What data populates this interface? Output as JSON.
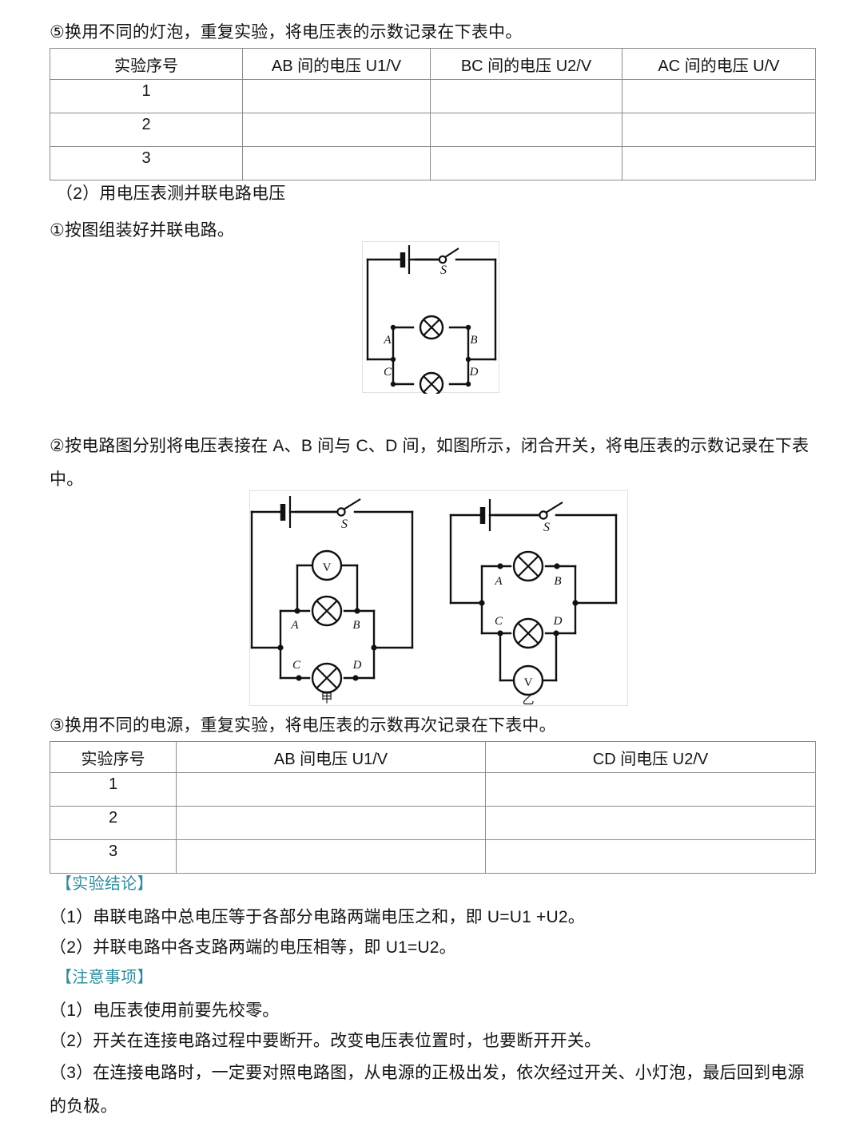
{
  "document": {
    "line_5": "⑤换用不同的灯泡，重复实验，将电压表的示数记录在下表中。",
    "line_2": "（2）用电压表测并联电路电压",
    "line_1_circ": "①按图组装好并联电路。",
    "line_2_circ": "②按电路图分别将电压表接在 A、B 间与 C、D 间，如图所示，闭合开关，将电压表的示数记录在下表中。",
    "line_3_circ": "③换用不同的电源，重复实验，将电压表的示数再次记录在下表中。"
  },
  "table1": {
    "headers": [
      "实验序号",
      "AB 间的电压 U1/V",
      "BC 间的电压 U2/V",
      "AC 间的电压 U/V"
    ],
    "rows": [
      [
        "1",
        "",
        "",
        ""
      ],
      [
        "2",
        "",
        "",
        ""
      ],
      [
        "3",
        "",
        "",
        ""
      ]
    ]
  },
  "table2": {
    "headers": [
      "实验序号",
      "AB 间电压 U1/V",
      "CD 间电压 U2/V"
    ],
    "rows": [
      [
        "1",
        "",
        ""
      ],
      [
        "2",
        "",
        ""
      ],
      [
        "3",
        "",
        ""
      ]
    ]
  },
  "figure1": {
    "name": "parallel-circuit-diagram",
    "switch_label": "S",
    "node_labels": [
      "A",
      "B",
      "C",
      "D"
    ]
  },
  "figure2": {
    "left": {
      "caption": "甲",
      "switch_label": "S",
      "meter_label": "V",
      "node_labels": [
        "A",
        "B",
        "C",
        "D"
      ]
    },
    "right": {
      "caption": "乙",
      "switch_label": "S",
      "meter_label": "V",
      "node_labels": [
        "A",
        "B",
        "C",
        "D"
      ]
    }
  },
  "conclusion": {
    "heading": "【实验结论】",
    "items": [
      "（1）串联电路中总电压等于各部分电路两端电压之和，即 U=U1 +U2。",
      "（2）并联电路中各支路两端的电压相等，即 U1=U2。"
    ]
  },
  "notes": {
    "heading": "【注意事项】",
    "items": [
      "（1）电压表使用前要先校零。",
      "（2）开关在连接电路过程中要断开。改变电压表位置时，也要断开开关。",
      "（3）在连接电路时，一定要对照电路图，从电源的正极出发，依次经过开关、小灯泡，最后回到电源的负极。"
    ]
  },
  "colors": {
    "heading_teal": "#2e8c9e",
    "table_border": "#8b8b8b",
    "text": "#141414"
  }
}
